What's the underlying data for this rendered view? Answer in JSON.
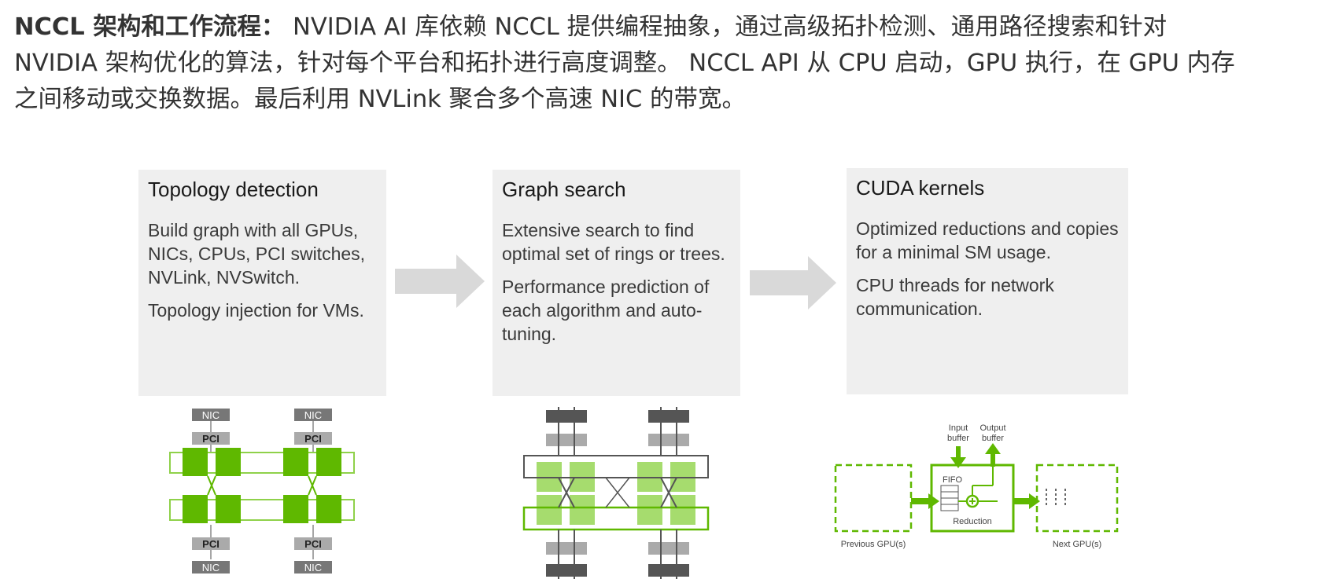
{
  "intro": {
    "lead": "NCCL 架构和工作流程：",
    "body": " NVIDIA AI 库依赖 NCCL 提供编程抽象，通过高级拓扑检测、通用路径搜索和针对 NVIDIA 架构优化的算法，针对每个平台和拓扑进行高度调整。 NCCL API 从 CPU 启动，GPU 执行，在 GPU 内存之间移动或交换数据。最后利用 NVLink 聚合多个高速 NIC 的带宽。"
  },
  "stages": [
    {
      "title": "Topology detection",
      "paragraphs": [
        "Build graph with all GPUs, NICs, CPUs, PCI switches, NVLink, NVSwitch.",
        "Topology injection for VMs."
      ]
    },
    {
      "title": "Graph search",
      "paragraphs": [
        "Extensive search to find optimal set of rings or trees.",
        "Performance prediction of each algorithm and auto-tuning."
      ]
    },
    {
      "title": "CUDA kernels",
      "paragraphs": [
        "Optimized reductions and copies for a minimal SM usage.",
        "CPU threads for network communication."
      ]
    }
  ],
  "topology_diagram": {
    "nic_label": "NIC",
    "pci_label": "PCI"
  },
  "kernel_diagram": {
    "input_buffer_label": "Input buffer",
    "output_buffer_label": "Output buffer",
    "fifo_label": "FIFO",
    "reduction_label": "Reduction",
    "previous_gpu_label": "Previous GPU(s)",
    "next_gpu_label": "Next GPU(s)"
  },
  "colors": {
    "nvidia_green": "#5fb800",
    "light_green": "#8fd14a",
    "card_bg": "#efefef",
    "arrow_gray": "#d9d9d9",
    "switch_gray": "#8c8c8c",
    "dark_gray": "#555555"
  }
}
